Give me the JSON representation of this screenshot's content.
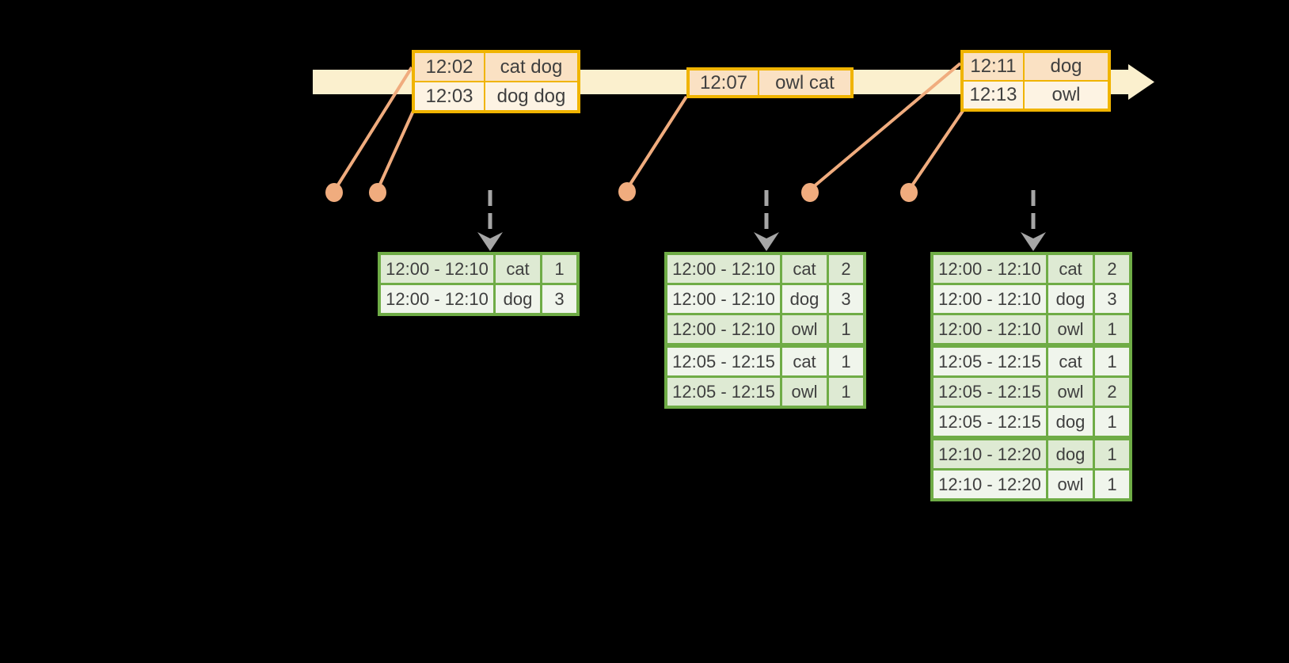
{
  "palette": {
    "background": "#000000",
    "timeline_band": "#FBF0CE",
    "event_border": "#F0B400",
    "event_row_dark": "#FAE1C3",
    "event_row_light": "#FDF3E3",
    "connector": "#F0AC7E",
    "result_border": "#6FAC46",
    "result_row_dark": "#DEEAD3",
    "result_row_light": "#F0F5EC",
    "arrow_gray": "#A6A6A6",
    "text": "#3F3F3F"
  },
  "icons": {
    "timeline_arrow": "right-arrow-icon",
    "drop_arrows": "down-arrow-icon"
  },
  "event_tables": [
    {
      "rows": [
        {
          "time": "12:02",
          "words": "cat dog"
        },
        {
          "time": "12:03",
          "words": "dog dog"
        }
      ]
    },
    {
      "rows": [
        {
          "time": "12:07",
          "words": "owl cat"
        }
      ]
    },
    {
      "rows": [
        {
          "time": "12:11",
          "words": "dog"
        },
        {
          "time": "12:13",
          "words": "owl"
        }
      ]
    }
  ],
  "result_tables": [
    {
      "rows": [
        {
          "window": "12:00 - 12:10",
          "word": "cat",
          "count": "1"
        },
        {
          "window": "12:00 - 12:10",
          "word": "dog",
          "count": "3"
        }
      ]
    },
    {
      "rows": [
        {
          "window": "12:00 - 12:10",
          "word": "cat",
          "count": "2"
        },
        {
          "window": "12:00 - 12:10",
          "word": "dog",
          "count": "3"
        },
        {
          "window": "12:00 - 12:10",
          "word": "owl",
          "count": "1"
        },
        {
          "window": "12:05 - 12:15",
          "word": "cat",
          "count": "1"
        },
        {
          "window": "12:05 - 12:15",
          "word": "owl",
          "count": "1"
        }
      ]
    },
    {
      "rows": [
        {
          "window": "12:00 - 12:10",
          "word": "cat",
          "count": "2"
        },
        {
          "window": "12:00 - 12:10",
          "word": "dog",
          "count": "3"
        },
        {
          "window": "12:00 - 12:10",
          "word": "owl",
          "count": "1"
        },
        {
          "window": "12:05 - 12:15",
          "word": "cat",
          "count": "1"
        },
        {
          "window": "12:05 - 12:15",
          "word": "owl",
          "count": "2"
        },
        {
          "window": "12:05 - 12:15",
          "word": "dog",
          "count": "1"
        },
        {
          "window": "12:10 - 12:20",
          "word": "dog",
          "count": "1"
        },
        {
          "window": "12:10 - 12:20",
          "word": "owl",
          "count": "1"
        }
      ]
    }
  ]
}
